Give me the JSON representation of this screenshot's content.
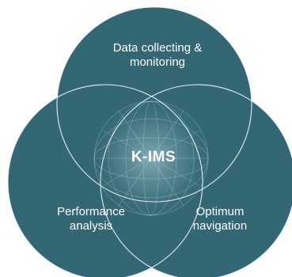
{
  "diagram": {
    "center_label": "K-IMS",
    "circles": [
      {
        "id": "top",
        "label_line1": "Data collecting &",
        "label_line2": "monitoring"
      },
      {
        "id": "left",
        "label_line1": "Performance",
        "label_line2": "analysis"
      },
      {
        "id": "right",
        "label_line1": "Optimum",
        "label_line2": "navigation"
      }
    ]
  },
  "colors": {
    "circle_fill": "#336774",
    "circle_stroke": "#e3ecee",
    "center_glow": "#6b9aa5",
    "text": "#ffffff"
  }
}
